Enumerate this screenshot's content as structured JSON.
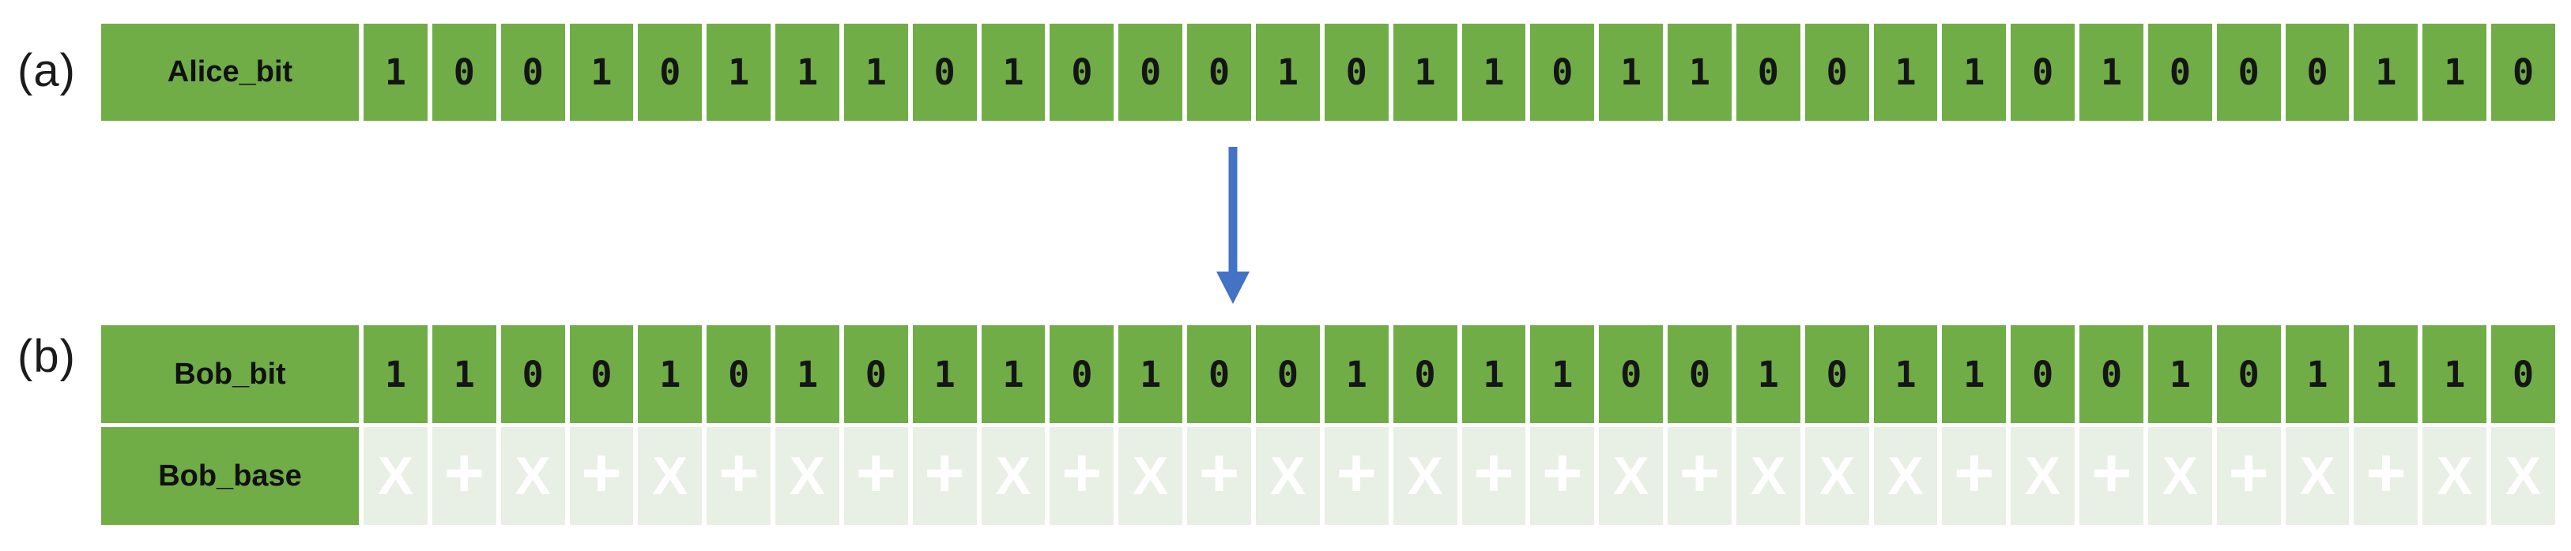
{
  "figure": {
    "panel_a_label": "(a)",
    "panel_b_label": "(b)",
    "arrow": {
      "direction": "down"
    }
  },
  "colors": {
    "cell_green": "#70AD47",
    "cell_light_green": "#E8EFE4",
    "arrow_blue": "#4472C4",
    "bit_text": "#151515",
    "base_text": "#FFFFFF"
  },
  "alice": {
    "row_label": "Alice_bit",
    "bits": [
      "1",
      "0",
      "0",
      "1",
      "0",
      "1",
      "1",
      "1",
      "0",
      "1",
      "0",
      "0",
      "0",
      "1",
      "0",
      "1",
      "1",
      "0",
      "1",
      "1",
      "0",
      "0",
      "1",
      "1",
      "0",
      "1",
      "0",
      "0",
      "0",
      "1",
      "1",
      "0"
    ]
  },
  "bob": {
    "bit_row_label": "Bob_bit",
    "bits": [
      "1",
      "1",
      "0",
      "0",
      "1",
      "0",
      "1",
      "0",
      "1",
      "1",
      "0",
      "1",
      "0",
      "0",
      "1",
      "0",
      "1",
      "1",
      "0",
      "0",
      "1",
      "0",
      "1",
      "1",
      "0",
      "0",
      "1",
      "0",
      "1",
      "1",
      "1",
      "0"
    ],
    "base_row_label": "Bob_base",
    "bases": [
      "X",
      "+",
      "X",
      "+",
      "X",
      "+",
      "X",
      "+",
      "+",
      "X",
      "+",
      "X",
      "+",
      "X",
      "+",
      "X",
      "+",
      "+",
      "X",
      "+",
      "X",
      "X",
      "X",
      "+",
      "X",
      "+",
      "X",
      "+",
      "X",
      "+",
      "X",
      "X"
    ]
  }
}
